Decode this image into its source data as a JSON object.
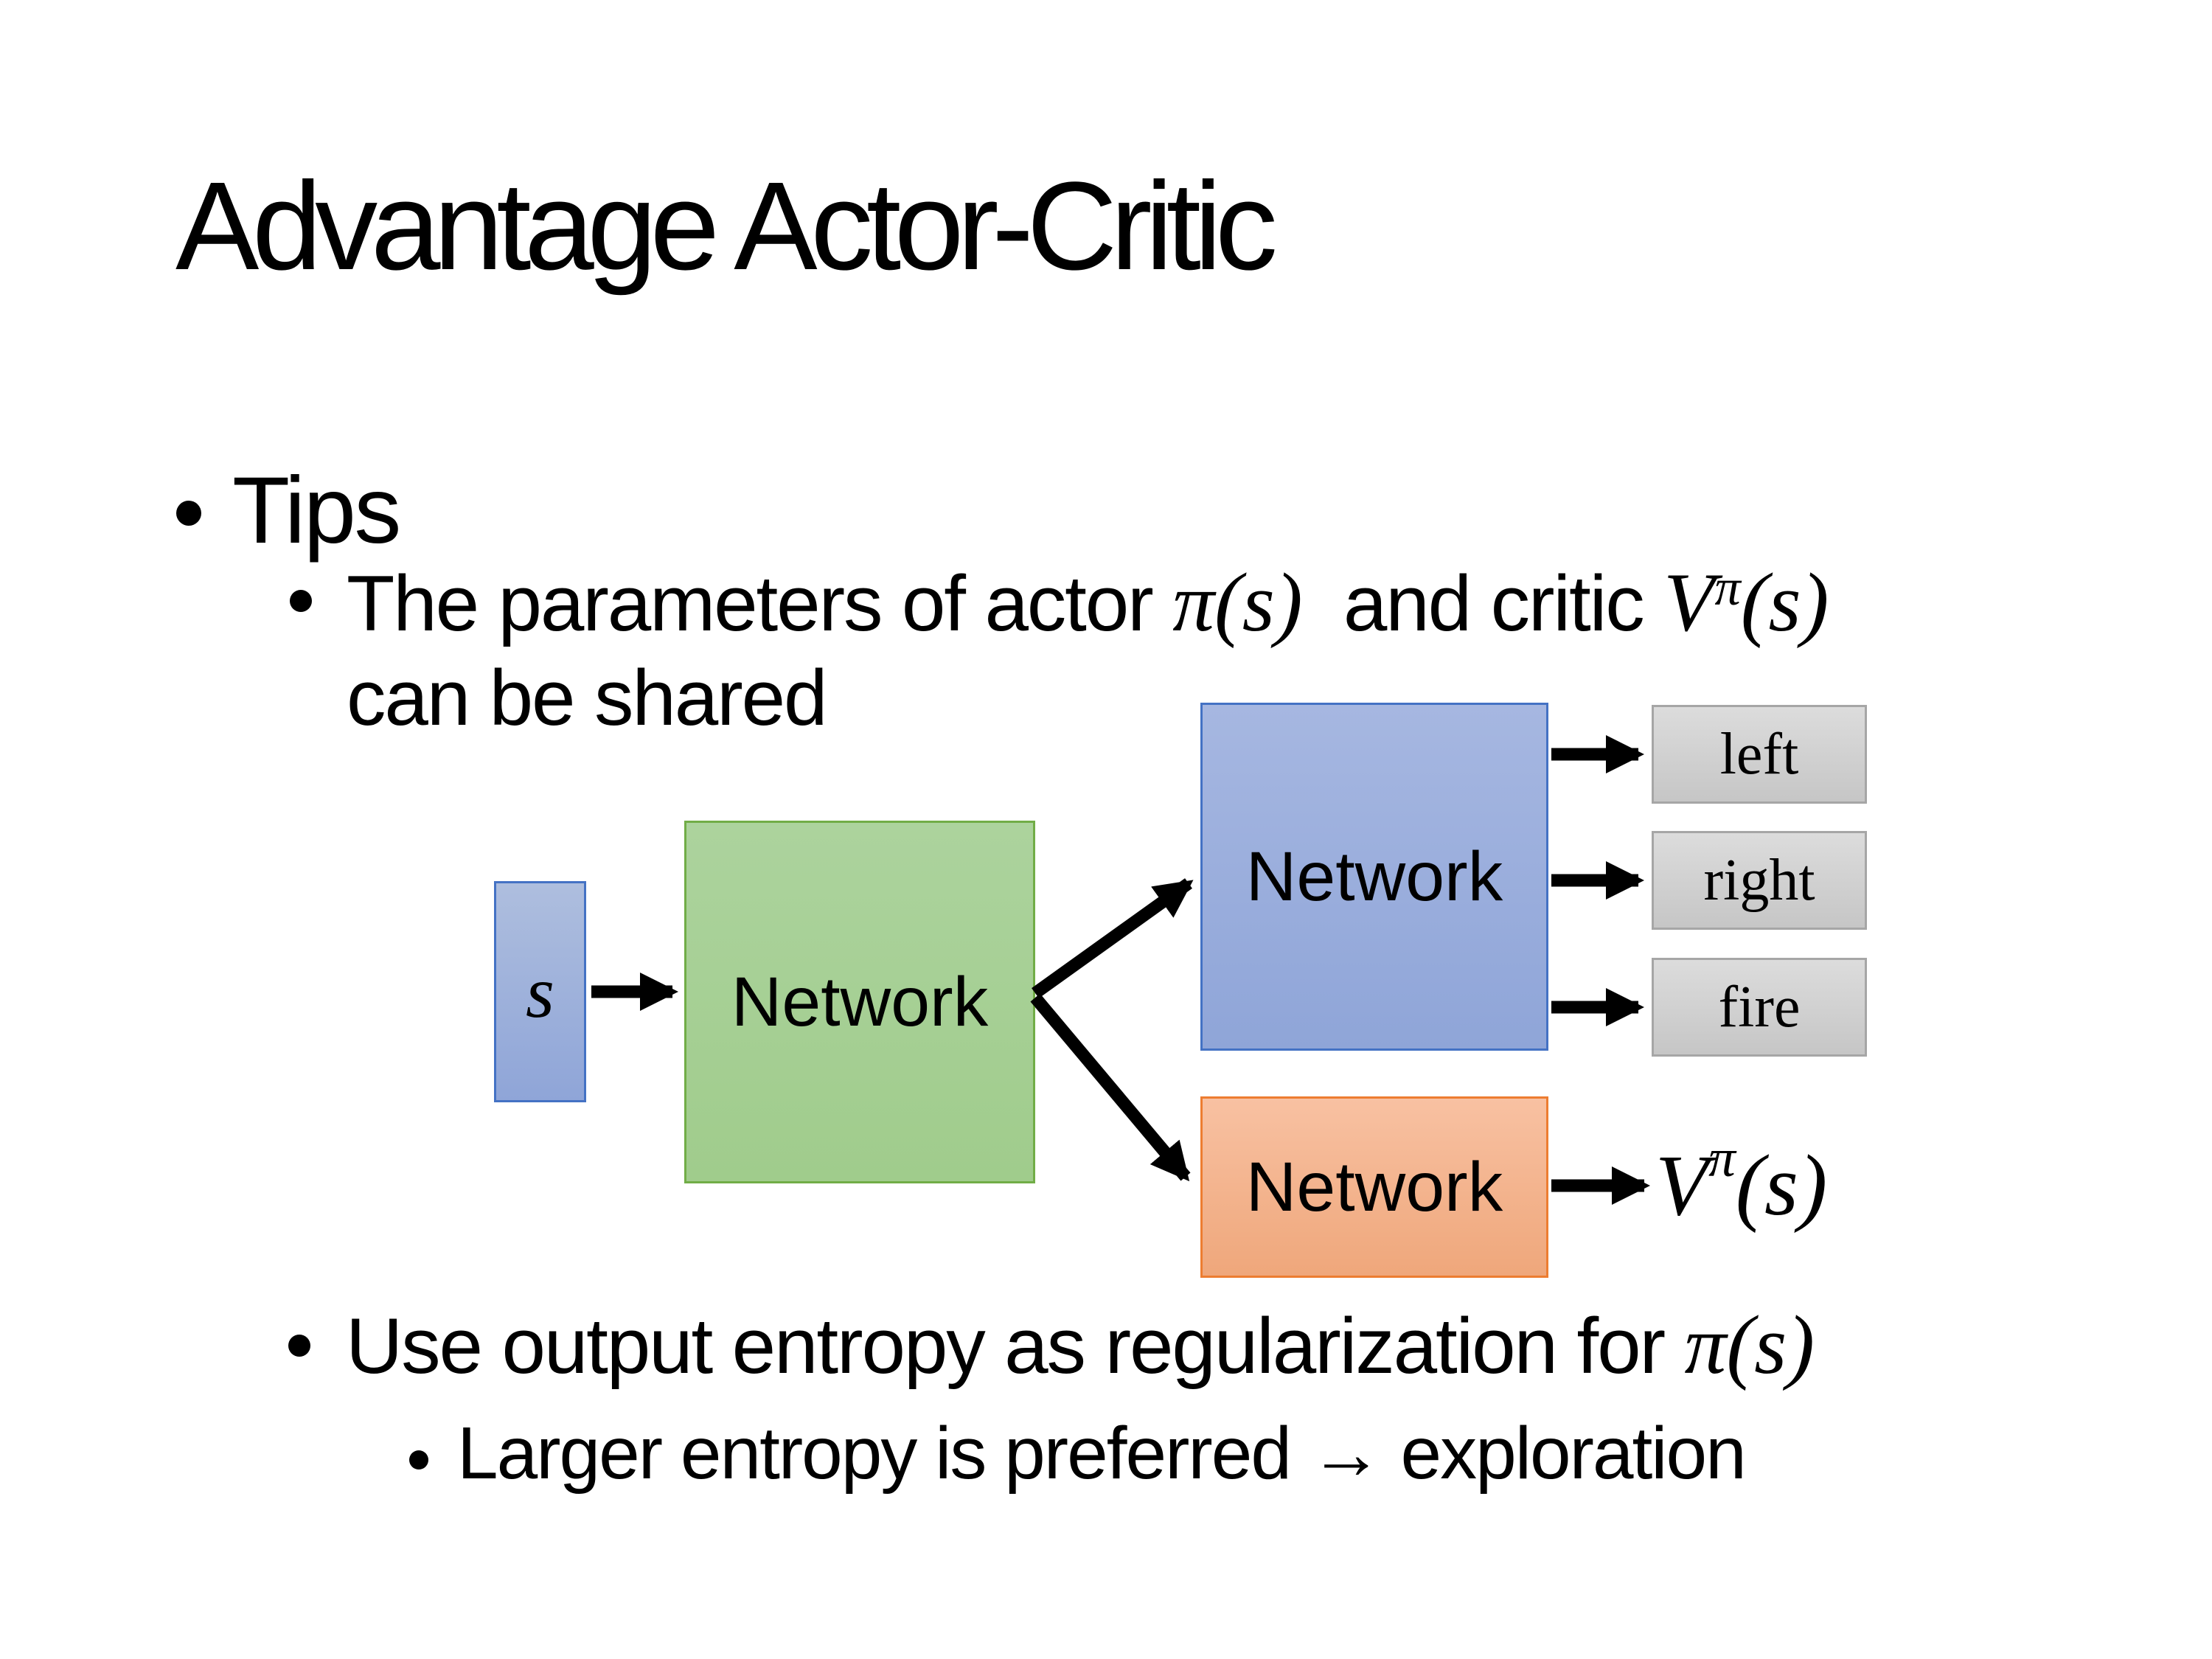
{
  "slide": {
    "title": "Advantage Actor-Critic"
  },
  "bullets": {
    "tips": "Tips",
    "shared": {
      "seg1": "The parameters of actor ",
      "math_actor": "π(s)",
      "seg2": "  and critic ",
      "value_base": "V",
      "value_sup": "π",
      "value_args": "(s)",
      "line2": "can be shared"
    },
    "entropy": {
      "seg1": "Use output entropy as regularization for ",
      "math_actor": "π(s)"
    },
    "larger": "Larger entropy is preferred → exploration"
  },
  "diagram": {
    "state_label": "s",
    "shared_network_label": "Network",
    "actor_network_label": "Network",
    "critic_network_label": "Network",
    "actions": [
      "left",
      "right",
      "fire"
    ],
    "value_base": "V",
    "value_sup": "π",
    "value_args": "(s)"
  },
  "colors": {
    "state_fill": "#9fb1dd",
    "state_border": "#4472c4",
    "shared_fill": "#a6d096",
    "shared_border": "#71ad47",
    "actor_fill": "#9aaedb",
    "actor_border": "#4472c4",
    "critic_fill": "#f3b28c",
    "critic_border": "#ed7d31",
    "action_fill": "#d0d0d0",
    "action_border": "#a6a6a6",
    "arrow": "#000000",
    "text": "#000000"
  }
}
